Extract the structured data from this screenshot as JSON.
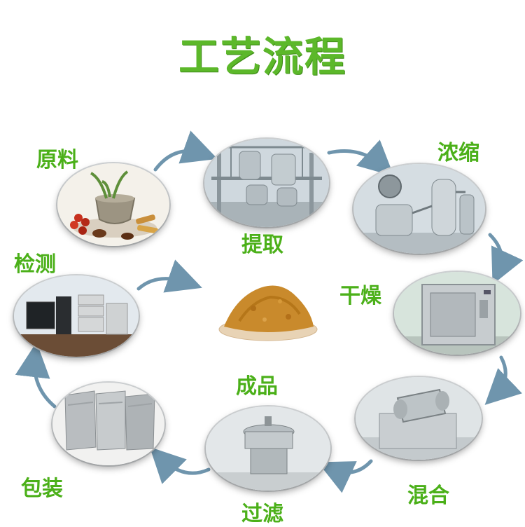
{
  "title": "工艺流程",
  "steps": {
    "raw": "原料",
    "extract": "提取",
    "concentrate": "浓缩",
    "dry": "干燥",
    "mix": "混合",
    "filter": "过滤",
    "pack": "包装",
    "inspect": "检测",
    "product": "成品"
  },
  "colors": {
    "label_green": "#4bb019",
    "title_green": "#5cb82a",
    "arrow_blue": "#6f95ad"
  }
}
